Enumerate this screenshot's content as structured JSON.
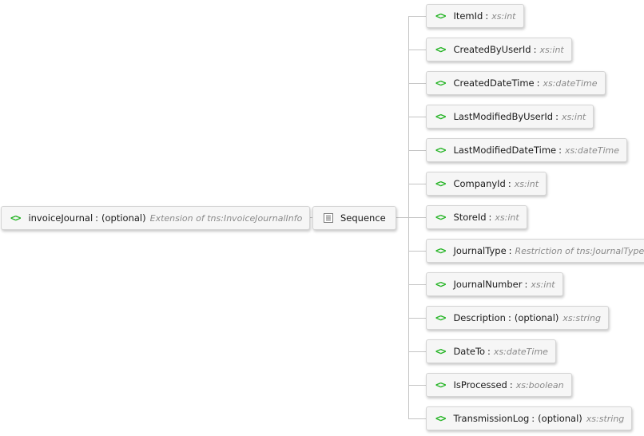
{
  "root": {
    "name": "invoiceJournal",
    "optional": "(optional)",
    "type": "Extension of tns:InvoiceJournalInfo",
    "icon": "element-icon"
  },
  "sequence": {
    "label": "Sequence",
    "icon": "sequence-icon"
  },
  "element_glyph": "<>",
  "separator": ":",
  "children": [
    {
      "name": "ItemId",
      "optional": "",
      "type": "xs:int"
    },
    {
      "name": "CreatedByUserId",
      "optional": "",
      "type": "xs:int"
    },
    {
      "name": "CreatedDateTime",
      "optional": "",
      "type": "xs:dateTime"
    },
    {
      "name": "LastModifiedByUserId",
      "optional": "",
      "type": "xs:int"
    },
    {
      "name": "LastModifiedDateTime",
      "optional": "",
      "type": "xs:dateTime"
    },
    {
      "name": "CompanyId",
      "optional": "",
      "type": "xs:int"
    },
    {
      "name": "StoreId",
      "optional": "",
      "type": "xs:int"
    },
    {
      "name": "JournalType",
      "optional": "",
      "type": "Restriction of tns:JournalType"
    },
    {
      "name": "JournalNumber",
      "optional": "",
      "type": "xs:int"
    },
    {
      "name": "Description",
      "optional": "(optional)",
      "type": "xs:string"
    },
    {
      "name": "DateTo",
      "optional": "",
      "type": "xs:dateTime"
    },
    {
      "name": "IsProcessed",
      "optional": "",
      "type": "xs:boolean"
    },
    {
      "name": "TransmissionLog",
      "optional": "(optional)",
      "type": "xs:string"
    }
  ]
}
